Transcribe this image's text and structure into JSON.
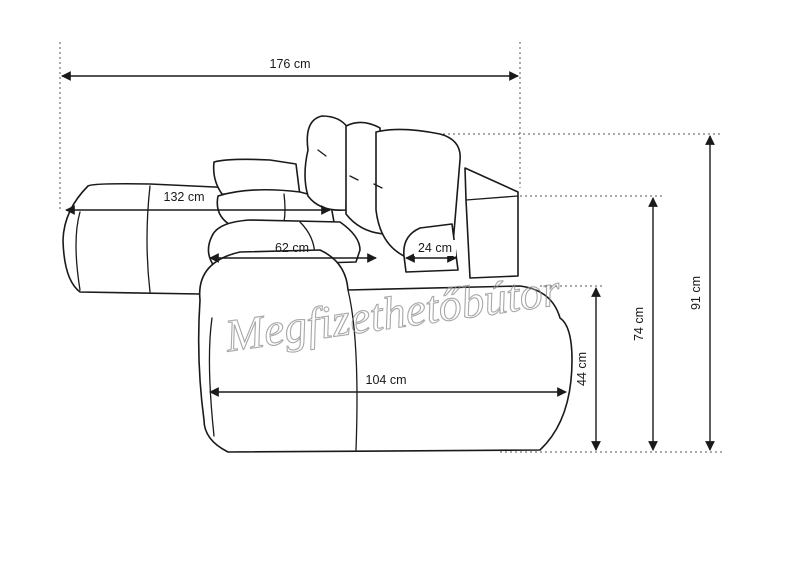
{
  "diagram": {
    "dimensions": {
      "overall_width": "176 cm",
      "chaise_depth": "132 cm",
      "seat_depth": "62 cm",
      "armrest_width": "24 cm",
      "module_width": "104 cm",
      "seat_height": "44 cm",
      "armrest_height": "74 cm",
      "overall_height": "91 cm"
    },
    "watermark": "Megfizethetőbútor"
  }
}
